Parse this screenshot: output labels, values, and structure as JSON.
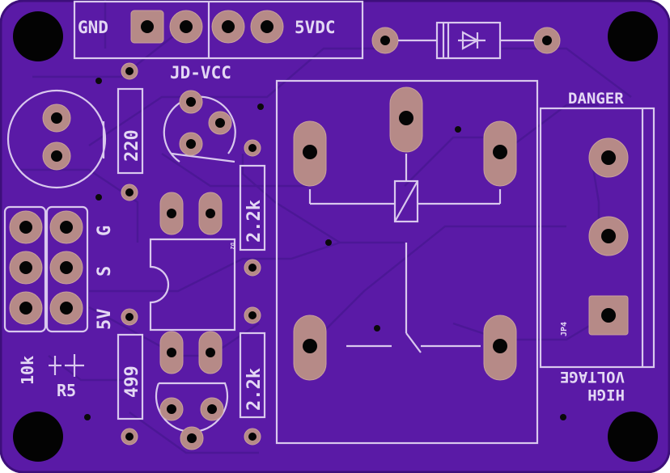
{
  "colors": {
    "board": "#5a1aa6",
    "board_edge": "#3d0f7a",
    "silkscreen": "#d9c8ee",
    "copper_pad": "#b68a87",
    "drill": "#050505"
  },
  "labels": {
    "gnd": "GND",
    "vdc": "5VDC",
    "jdvcc": "JD-VCC",
    "r220": "220",
    "r22k_top": "2.2k",
    "r22k_bottom": "2.2k",
    "r499": "499",
    "r10k": "10k",
    "r5": "R5",
    "g": "G",
    "s": "S",
    "v5": "5V",
    "danger": "DANGER",
    "high": "HIGH",
    "voltage": "VOLTAGE",
    "jp4": "JP4",
    "d2": "D2"
  }
}
